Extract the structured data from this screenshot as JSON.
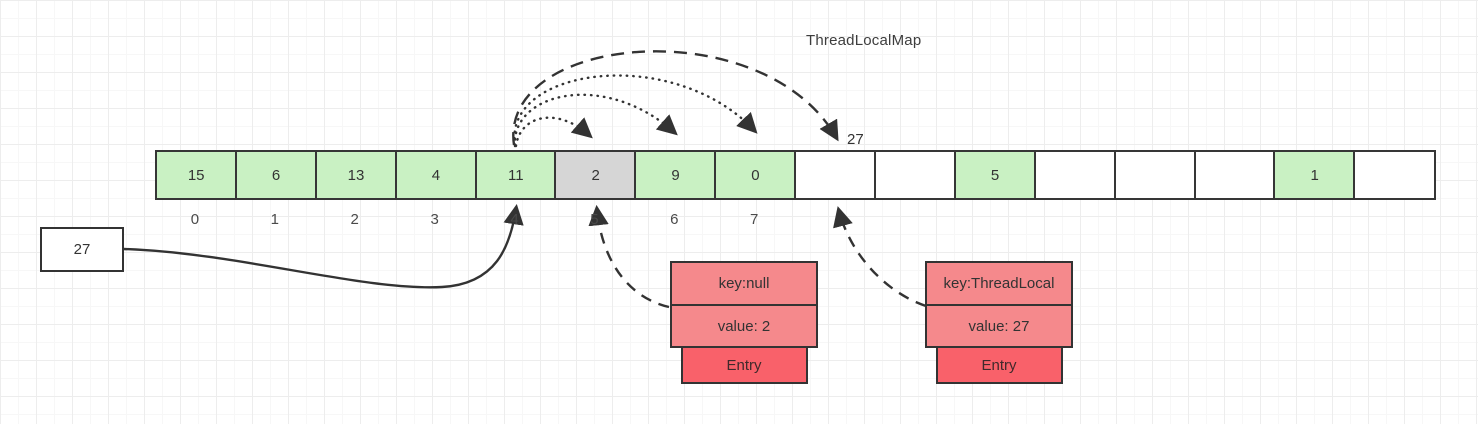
{
  "title": "ThreadLocalMap",
  "probe_arc_label": "27",
  "external_value_box": {
    "label": "27"
  },
  "array": {
    "cells": [
      {
        "value": "15",
        "state": "green",
        "index_label": "0"
      },
      {
        "value": "6",
        "state": "green",
        "index_label": "1"
      },
      {
        "value": "13",
        "state": "green",
        "index_label": "2"
      },
      {
        "value": "4",
        "state": "green",
        "index_label": "3"
      },
      {
        "value": "11",
        "state": "green",
        "index_label": "4"
      },
      {
        "value": "2",
        "state": "gray",
        "index_label": "5"
      },
      {
        "value": "9",
        "state": "green",
        "index_label": "6"
      },
      {
        "value": "0",
        "state": "green",
        "index_label": "7"
      },
      {
        "value": "",
        "state": "white",
        "index_label": ""
      },
      {
        "value": "",
        "state": "white",
        "index_label": ""
      },
      {
        "value": "5",
        "state": "green",
        "index_label": ""
      },
      {
        "value": "",
        "state": "white",
        "index_label": ""
      },
      {
        "value": "",
        "state": "white",
        "index_label": ""
      },
      {
        "value": "",
        "state": "white",
        "index_label": ""
      },
      {
        "value": "1",
        "state": "green",
        "index_label": ""
      },
      {
        "value": "",
        "state": "white",
        "index_label": ""
      }
    ]
  },
  "entries": [
    {
      "key": "key:null",
      "value": "value: 2",
      "tag": "Entry"
    },
    {
      "key": "key:ThreadLocal",
      "value": "value: 27",
      "tag": "Entry"
    }
  ],
  "arrows": [
    {
      "from": "cell-4",
      "to": "cell-5",
      "style": "dotted"
    },
    {
      "from": "cell-4",
      "to": "cell-6",
      "style": "dotted"
    },
    {
      "from": "cell-4",
      "to": "cell-7",
      "style": "dotted"
    },
    {
      "from": "cell-4",
      "to": "cell-8",
      "style": "dashed",
      "label": "27"
    },
    {
      "from": "external-value-box",
      "to": "cell-4",
      "style": "solid"
    },
    {
      "from": "entry-null",
      "to": "cell-5",
      "style": "dashed"
    },
    {
      "from": "entry-threadlocal",
      "to": "cell-8",
      "style": "dashed"
    }
  ],
  "colors": {
    "cell_green": "#c9f1c3",
    "cell_gray": "#d6d6d6",
    "cell_white": "#ffffff",
    "entry_row": "#f5898c",
    "entry_tab": "#f9616a",
    "stroke": "#333333"
  }
}
